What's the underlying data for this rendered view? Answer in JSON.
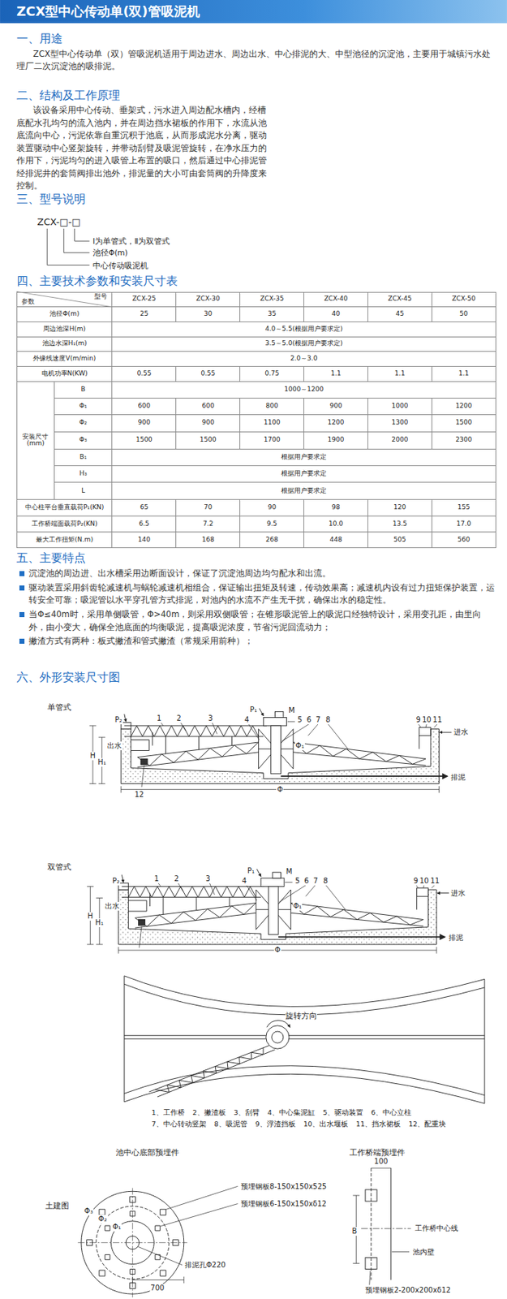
{
  "diagram": {
    "title": "ZCX型中心传动单(双)管吸泥机",
    "labels": [
      "一、用途",
      "ZCX型中心传动单（双）管吸泥机适用于周边进水、周边出水、中心排泥的大、中型池径的沉淀池，主要用于城镇污水处理厂二次沉淀池的吸排泥。",
      "二、结构及工作原理",
      "该设备采用中心传动、垂架式，污水进入周边配水槽内，经槽底配水孔均匀的流入池内，并在周边挡水裙板的作用下，水流从池底流向中心，污泥依靠自重沉积于池底，从而形成泥水分离，驱动装置驱动中心竖架旋转，并带动刮臂及吸泥管旋转，在净水压力的作用下，污泥均匀的进入吸管上布置的吸口，然后通过中心排泥管经排泥井的套筒阀排出池外，排泥量的大小可由套筒阀的升降度来控制。",
      "三、型号说明",
      "ZCX-□-□",
      "Ⅰ为单管式，Ⅱ为双管式",
      "池径Φ(m)",
      "中心传动吸泥机",
      "四、主要技术参数和安装尺寸表",
      "型号",
      "参数",
      "ZCX-25",
      "ZCX-30",
      "ZCX-35",
      "ZCX-40",
      "ZCX-45",
      "ZCX-50",
      "池径Φ(m)",
      "25",
      "30",
      "35",
      "40",
      "45",
      "50",
      "周边池深H(m)",
      "4.0～5.5(根据用户要求定)",
      "池边水深H₁(m)",
      "3.5～5.0(根据用户要求定)",
      "外缘线速度V(m/min)",
      "2.0～3.0",
      "电机功率N(KW)",
      "0.55",
      "0.55",
      "0.75",
      "1.1",
      "1.1",
      "1.1",
      "安装尺寸 (mm)",
      "B",
      "1000～1200",
      "Φ₁",
      "600",
      "600",
      "800",
      "900",
      "1000",
      "1200",
      "Φ₂",
      "900",
      "900",
      "1100",
      "1200",
      "1300",
      "1500",
      "Φ₃",
      "1500",
      "1500",
      "1700",
      "1900",
      "2000",
      "2300",
      "B₁",
      "根据用户要求定",
      "H₃",
      "根据用户要求定",
      "L",
      "根据用户要求定",
      "中心柱平台垂直载荷P₁(KN)",
      "65",
      "70",
      "90",
      "98",
      "120",
      "155",
      "工作桥端面载荷P₂(KN)",
      "6.5",
      "7.2",
      "9.5",
      "10.0",
      "13.5",
      "17.0",
      "最大工作扭矩(N.m)",
      "140",
      "168",
      "268",
      "448",
      "505",
      "560",
      "五、主要特点",
      "沉淀池的周边进、出水槽采用边断面设计，保证了沉淀池周边均匀配水和出流。",
      "驱动装置采用斜齿轮减速机与蜗轮减速机相组合，保证输出扭矩及转速，传动效果高；减速机内设有过力扭矩保护装置，运转安全可靠；吸泥管以水平穿孔管方式排泥，对池内的水流不产生无干扰，确保出水的稳定性。",
      "当Φ≤40m时，采用单侧吸管，Φ>40m，则采用双侧吸管；在锥形吸泥管上的吸泥口经独特设计，采用变孔距，由里向外，由小变大，确保全池底面的均衡吸泥，提高吸泥浓度，节省污泥回流动力；",
      "撇渣方式有两种：板式撇渣和管式撇渣（常规采用前种）；",
      "六、外形安装尺寸图",
      "单管式",
      "P₂",
      "1",
      "2",
      "3",
      "P₁",
      "4",
      "M",
      "5",
      "6",
      "7",
      "8",
      "9",
      "10",
      "11",
      "H",
      "H₁",
      "出水",
      "进水",
      "Φ₁",
      "排泥",
      "12",
      "Φ",
      "双管式",
      "P₁",
      "M",
      "5",
      "6",
      "7",
      "8",
      "P₂",
      "1",
      "2",
      "3",
      "4",
      "9",
      "10",
      "11",
      "H",
      "H₁",
      "出水",
      "进水",
      "Φ₁",
      "排泥",
      "Φ",
      "旋转方向",
      "1、工作桥 2、撇渣板 3、刮臂 4、中心集泥缸 5、驱动装置 6、中心立柱",
      "7、中心转动竖架 8、吸泥管 9、浮渣挡板 10、出水堰板 11、挡水裙板 12、配重块",
      "池中心底部预埋件",
      "工作桥端预埋件",
      "土建图",
      "预埋钢板8-150x150x525",
      "预埋钢板6-150x150xδ12",
      "Φ₃",
      "Φ₂",
      "Φ₁",
      "排泥孔Φ220",
      "700",
      "100",
      "B",
      "工作桥中心线",
      "池内壁",
      "预埋钢板2-200x200xδ12"
    ]
  }
}
